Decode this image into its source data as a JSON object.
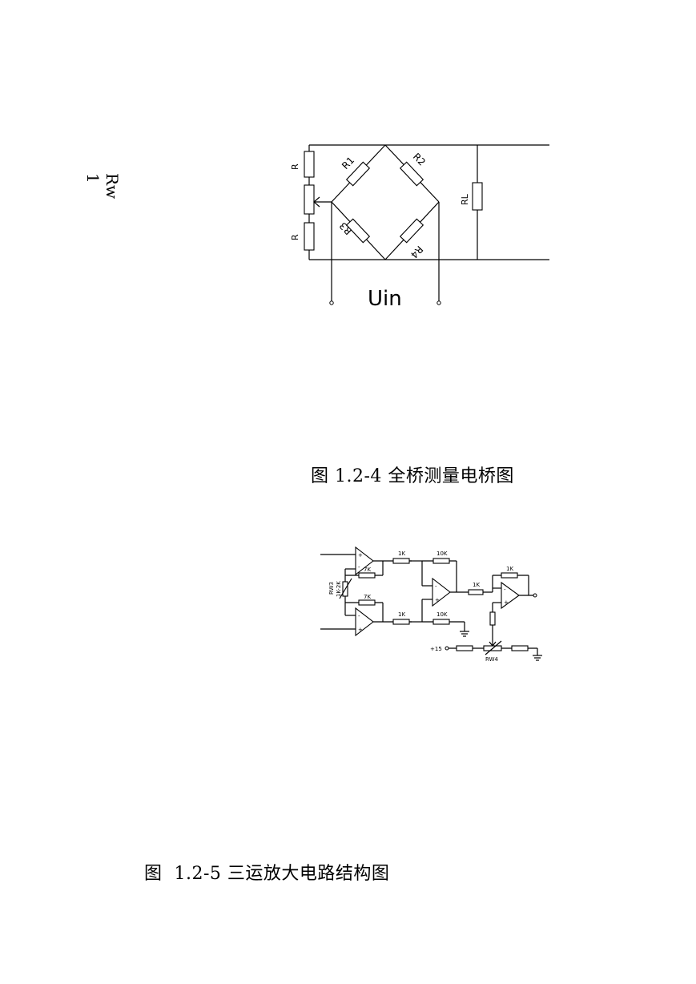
{
  "side_label": "Rw\n1",
  "bridge": {
    "left_resistor_top": "R",
    "left_resistor_bottom": "R",
    "r1": "R1",
    "r2": "R2",
    "r3": "R3",
    "r4": "R4",
    "load": "RL",
    "input": "Uin"
  },
  "caption_1": "图 1.2-4 全桥测量电桥图",
  "amp": {
    "rw3": "RW3",
    "rw3_range": "1K-2K",
    "r_7k_top": "7K",
    "r_7k_bottom": "7K",
    "r_1k_top": "1K",
    "r_1k_bottom": "1K",
    "r_10k_top": "10K",
    "r_10k_bottom": "10K",
    "r_1k_mid": "1K",
    "r_1k_fb": "1K",
    "supply": "+15",
    "rw4": "RW4",
    "plus": "+",
    "minus": "-"
  },
  "caption_2": "图  1.2-5 三运放大电路结构图"
}
